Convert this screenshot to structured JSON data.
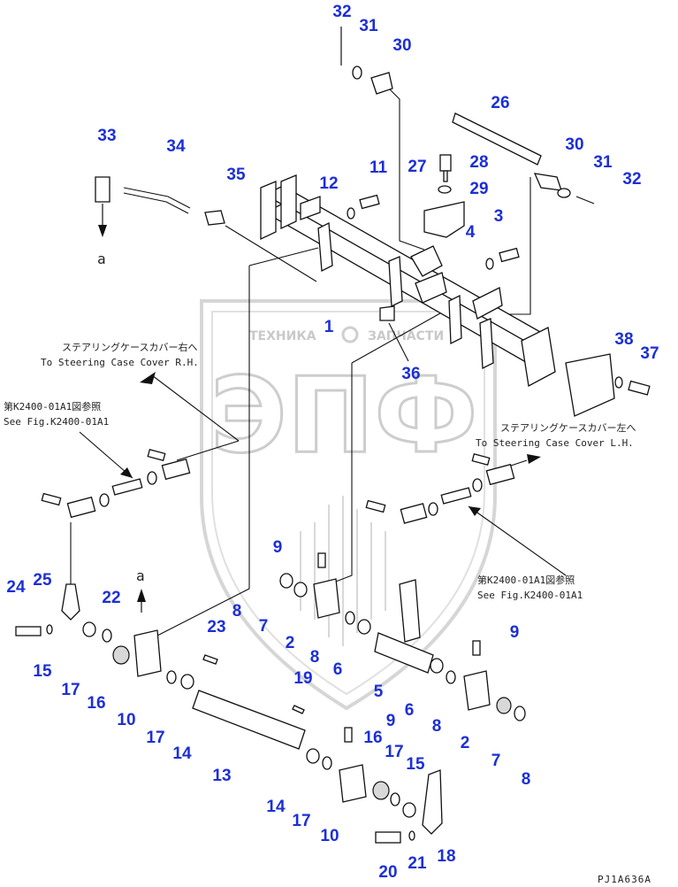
{
  "callouts": [
    {
      "id": "c32a",
      "text": "32"
    },
    {
      "id": "c31a",
      "text": "31"
    },
    {
      "id": "c30a",
      "text": "30"
    },
    {
      "id": "c26",
      "text": "26"
    },
    {
      "id": "c33",
      "text": "33"
    },
    {
      "id": "c34",
      "text": "34"
    },
    {
      "id": "c30b",
      "text": "30"
    },
    {
      "id": "c31b",
      "text": "31"
    },
    {
      "id": "c32b",
      "text": "32"
    },
    {
      "id": "c27",
      "text": "27"
    },
    {
      "id": "c28",
      "text": "28"
    },
    {
      "id": "c29",
      "text": "29"
    },
    {
      "id": "c35",
      "text": "35"
    },
    {
      "id": "c12",
      "text": "12"
    },
    {
      "id": "c11",
      "text": "11"
    },
    {
      "id": "c3",
      "text": "3"
    },
    {
      "id": "c4",
      "text": "4"
    },
    {
      "id": "c1",
      "text": "1"
    },
    {
      "id": "c36",
      "text": "36"
    },
    {
      "id": "c38",
      "text": "38"
    },
    {
      "id": "c37",
      "text": "37"
    },
    {
      "id": "c9a",
      "text": "9"
    },
    {
      "id": "c24",
      "text": "24"
    },
    {
      "id": "c25",
      "text": "25"
    },
    {
      "id": "c22",
      "text": "22"
    },
    {
      "id": "c8a",
      "text": "8"
    },
    {
      "id": "c7a",
      "text": "7"
    },
    {
      "id": "c2a",
      "text": "2"
    },
    {
      "id": "c15a",
      "text": "15"
    },
    {
      "id": "c17a",
      "text": "17"
    },
    {
      "id": "c16a",
      "text": "16"
    },
    {
      "id": "c23",
      "text": "23"
    },
    {
      "id": "c8b",
      "text": "8"
    },
    {
      "id": "c6a",
      "text": "6"
    },
    {
      "id": "c9b",
      "text": "9"
    },
    {
      "id": "c19",
      "text": "19"
    },
    {
      "id": "c5",
      "text": "5"
    },
    {
      "id": "c10a",
      "text": "10"
    },
    {
      "id": "c17b",
      "text": "17"
    },
    {
      "id": "c14a",
      "text": "14"
    },
    {
      "id": "c6b",
      "text": "6"
    },
    {
      "id": "c8c",
      "text": "8"
    },
    {
      "id": "c2b",
      "text": "2"
    },
    {
      "id": "c9c",
      "text": "9"
    },
    {
      "id": "c16b",
      "text": "16"
    },
    {
      "id": "c17c",
      "text": "17"
    },
    {
      "id": "c15b",
      "text": "15"
    },
    {
      "id": "c7b",
      "text": "7"
    },
    {
      "id": "c8d",
      "text": "8"
    },
    {
      "id": "c13",
      "text": "13"
    },
    {
      "id": "c14b",
      "text": "14"
    },
    {
      "id": "c17d",
      "text": "17"
    },
    {
      "id": "c10b",
      "text": "10"
    },
    {
      "id": "c20",
      "text": "20"
    },
    {
      "id": "c21",
      "text": "21"
    },
    {
      "id": "c18",
      "text": "18"
    }
  ],
  "notes": {
    "steering_rh_jp": "ステアリングケースカバー右へ",
    "steering_rh_en": "To Steering Case Cover R.H.",
    "steering_lh_jp": "ステアリングケースカバー左へ",
    "steering_lh_en": "To Steering Case Cover L.H.",
    "fig_ref_left_jp": "第K2400-01A1図参照",
    "fig_ref_left_en": "See Fig.K2400-01A1",
    "fig_ref_right_jp": "第K2400-01A1図参照",
    "fig_ref_right_en": "See Fig.K2400-01A1",
    "marker_a_top": "a",
    "marker_a_mid": "a",
    "code": "PJ1A636A"
  },
  "watermark": {
    "line1": "ТЕХНИКА",
    "line2": "ЗАПЧАСТИ",
    "big": "ЭПФ",
    "color": "#cdcdcd"
  },
  "colors": {
    "callout": "#1c2fd6",
    "line": "#111111"
  }
}
